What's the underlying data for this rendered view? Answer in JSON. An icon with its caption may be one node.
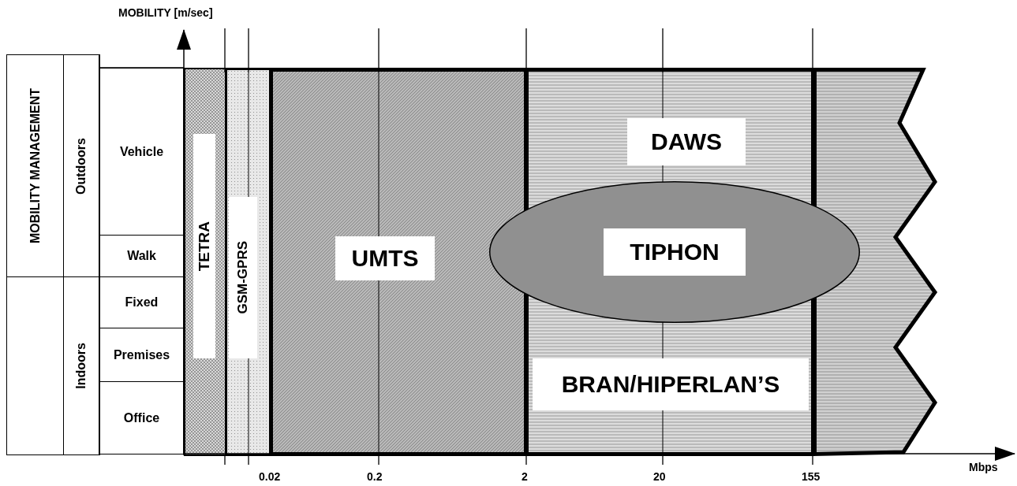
{
  "diagram": {
    "nodes": [
      {
        "text": [
          "TETRA"
        ]
      },
      {
        "text": [
          "GSM-GPRS"
        ]
      },
      {
        "text": [
          "UMTS"
        ]
      },
      {
        "text": [
          "DAWS",
          "BRAN/HIPERLAN’S"
        ]
      },
      {
        "text": [
          "TIPHON"
        ]
      },
      {
        "text": [],
        "shape": "band"
      }
    ],
    "labels": [
      "MOBILITY [m/sec]",
      "MOBILITY MANAGEMENT",
      "Outdoors",
      "Vehicle",
      "Walk",
      "Indoors",
      "Fixed",
      "Premises",
      "Office",
      "Mbps",
      "0.02",
      "0.2",
      "2",
      "20",
      "155"
    ]
  }
}
